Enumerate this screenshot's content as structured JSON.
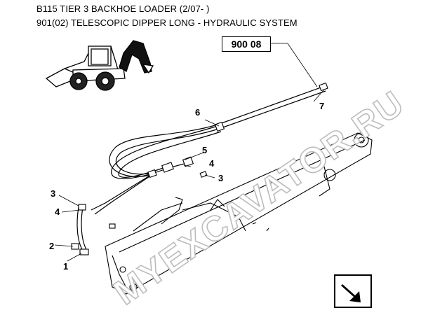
{
  "header": {
    "title_line1": "B115 TIER 3 BACKHOE LOADER (2/07- )",
    "title_line2": "901(02) TELESCOPIC DIPPER LONG - HYDRAULIC SYSTEM"
  },
  "reference_box": {
    "label": "900 08"
  },
  "callouts": [
    "6",
    "7",
    "5",
    "4",
    "3",
    "3",
    "4",
    "2",
    "1"
  ],
  "watermark": "MYEXCAVATOR.RU",
  "icons": {
    "navigation": "next-page-arrow-icon"
  }
}
